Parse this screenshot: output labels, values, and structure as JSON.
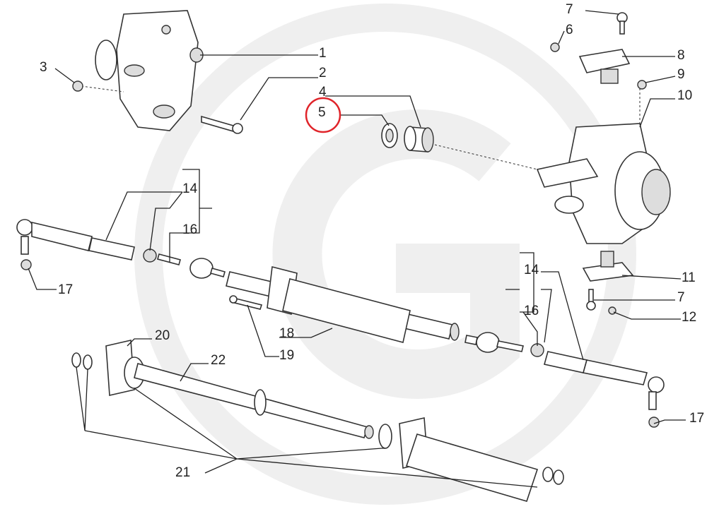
{
  "diagram": {
    "type": "exploded-parts-diagram",
    "highlight_color": "#e0242a",
    "highlighted_callout": "5",
    "callouts": [
      "1",
      "2",
      "3",
      "4",
      "5",
      "6",
      "7",
      "8",
      "9",
      "10",
      "11",
      "7",
      "12",
      "14",
      "16",
      "17",
      "14",
      "16",
      "18",
      "19",
      "20",
      "22",
      "21",
      "17"
    ]
  }
}
